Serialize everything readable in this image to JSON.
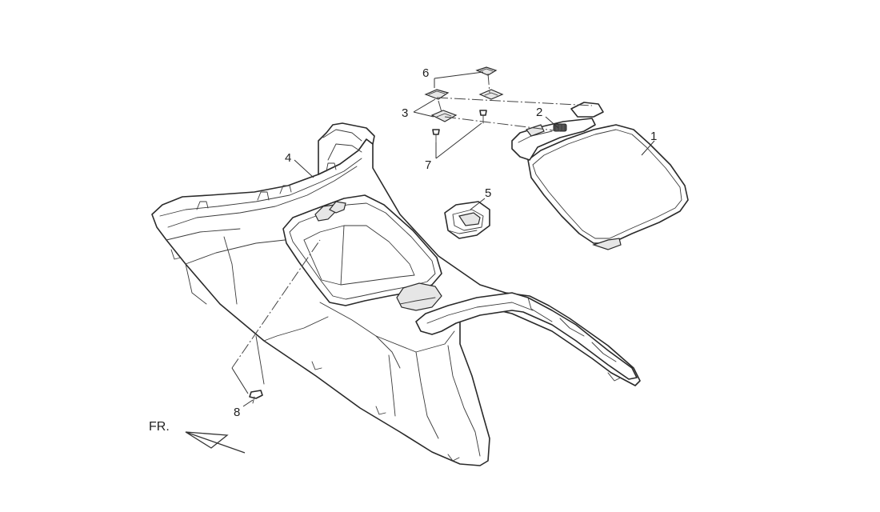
{
  "diagram": {
    "callouts": [
      {
        "id": "1",
        "label": "1"
      },
      {
        "id": "2",
        "label": "2"
      },
      {
        "id": "3",
        "label": "3"
      },
      {
        "id": "4",
        "label": "4"
      },
      {
        "id": "5",
        "label": "5"
      },
      {
        "id": "6",
        "label": "6"
      },
      {
        "id": "7",
        "label": "7"
      },
      {
        "id": "8",
        "label": "8"
      }
    ],
    "front_indicator": "FR."
  },
  "colors": {
    "line": "#2a2a2a",
    "background": "#ffffff"
  }
}
